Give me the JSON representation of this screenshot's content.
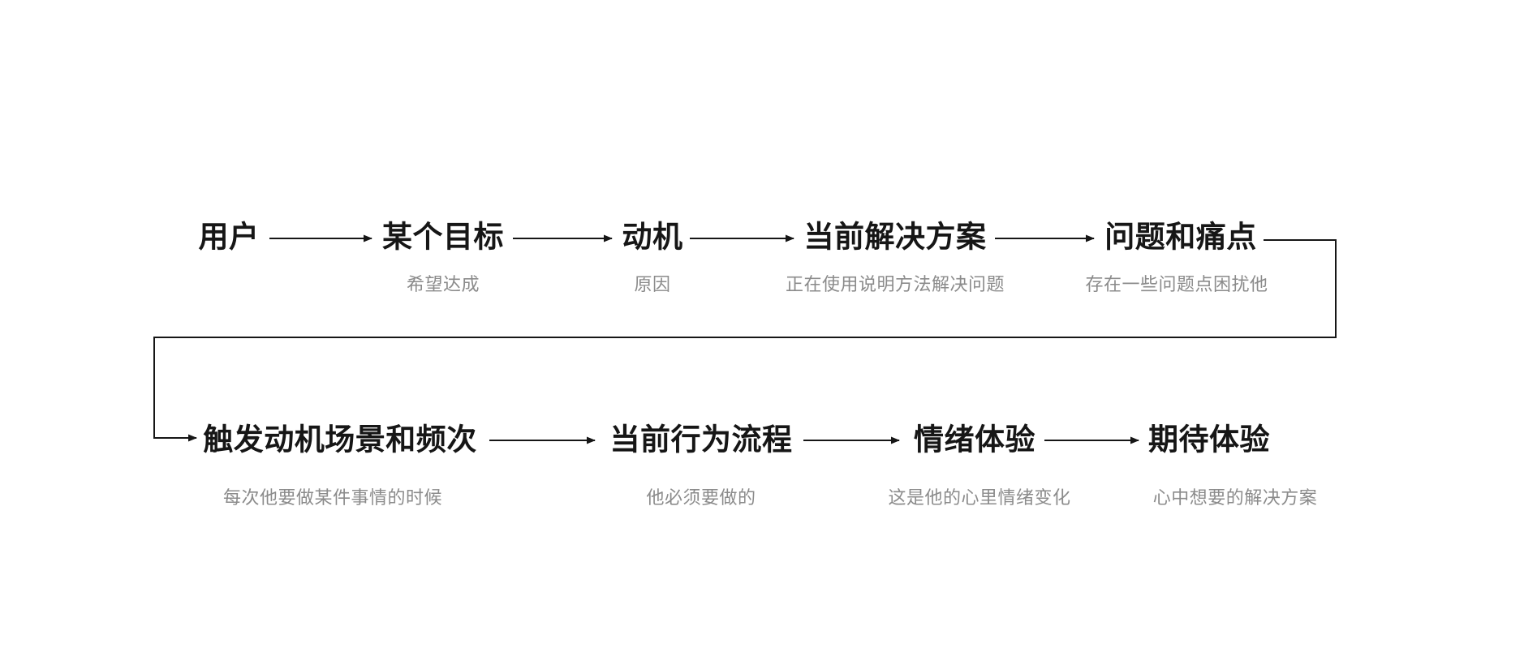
{
  "canvas": {
    "background": "#ffffff",
    "line_color": "#161616",
    "title_color": "#161616",
    "subtitle_color": "#8b8b8b"
  },
  "nodes": [
    {
      "id": "user",
      "title": "用户",
      "subtitle": ""
    },
    {
      "id": "goal",
      "title": "某个目标",
      "subtitle": "希望达成"
    },
    {
      "id": "motivation",
      "title": "动机",
      "subtitle": "原因"
    },
    {
      "id": "current-solution",
      "title": "当前解决方案",
      "subtitle": "正在使用说明方法解决问题"
    },
    {
      "id": "pain-points",
      "title": "问题和痛点",
      "subtitle": "存在一些问题点困扰他"
    },
    {
      "id": "trigger-scene",
      "title": "触发动机场景和频次",
      "subtitle": "每次他要做某件事情的时候"
    },
    {
      "id": "behavior-flow",
      "title": "当前行为流程",
      "subtitle": "他必须要做的"
    },
    {
      "id": "emotion",
      "title": "情绪体验",
      "subtitle": "这是他的心里情绪变化"
    },
    {
      "id": "expectation",
      "title": "期待体验",
      "subtitle": "心中想要的解决方案"
    }
  ]
}
